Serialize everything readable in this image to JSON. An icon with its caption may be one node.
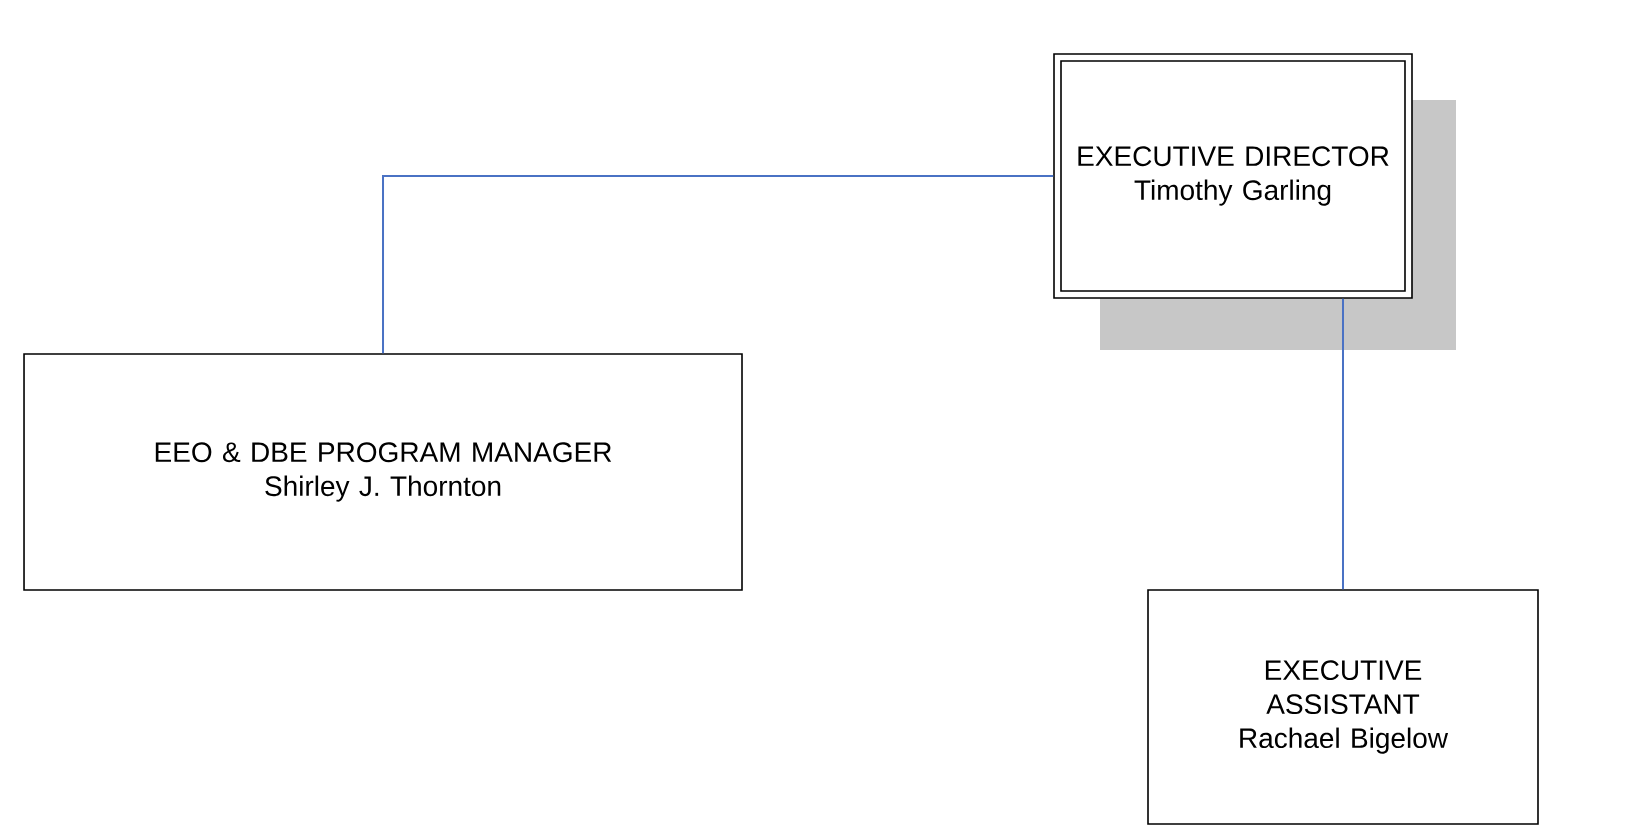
{
  "diagram": {
    "nodes": [
      {
        "text": [
          "EXECUTIVE DIRECTOR",
          "Timothy Garling"
        ]
      },
      {
        "text": [
          "EEO & DBE PROGRAM MANAGER",
          "Shirley J. Thornton"
        ]
      },
      {
        "text": [
          "EXECUTIVE ASSISTANT",
          "Rachael Bigelow"
        ]
      }
    ],
    "edges": [
      {
        "from": 0,
        "to": 1,
        "arrow": "none"
      },
      {
        "from": 0,
        "to": 2,
        "arrow": "none"
      }
    ]
  }
}
